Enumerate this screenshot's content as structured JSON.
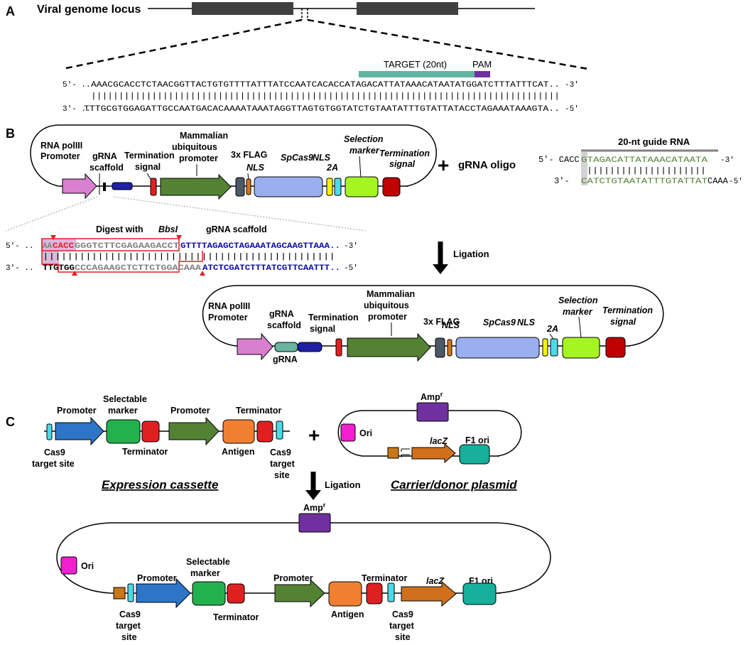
{
  "panels": {
    "a": "A",
    "b": "B",
    "c": "C"
  },
  "panel_a": {
    "title": "Viral genome locus",
    "target_label": "TARGET (20nt)",
    "pam_label": "PAM",
    "top_prefix": "5'- ..",
    "top_seq": "AAACGCACCTCTAACGGTTACTGTGTTTTATTTATCCAATCACACCATAGACATTATAAACATAATATGGATCTTTATTTCAT..",
    "top_suffix": "-3'",
    "pairs": "|||||||||||||||||||||||||||||||||||||||||||||||||||||||||||||||||||||||||||||||||||||",
    "bottom_prefix": "3'- ..",
    "bottom_seq": "TTTGCGTGGAGATTGCCAATGACACAAAATAAATAGGTTAGTGTGGTATCTGTAATATTTGTATTATACCTAGAAATAAAGTA..",
    "bottom_suffix": "-5'"
  },
  "panel_b": {
    "rna_promoter": [
      "RNA polIII",
      "Promoter"
    ],
    "grna_scaffold": [
      "gRNA",
      "scaffold"
    ],
    "termination": [
      "Termination",
      "signal"
    ],
    "mammalian": [
      "Mammalian",
      "ubiquitous",
      "promoter"
    ],
    "flag": "3x FLAG",
    "nls": "NLS",
    "cas9": "SpCas9",
    "two_a": "2A",
    "selection": [
      "Selection",
      "marker"
    ],
    "termination_italic": [
      "Termination",
      "signal"
    ],
    "plus": "+",
    "oligo_label": "gRNA oligo",
    "guide_title": "20-nt guide RNA",
    "oligo_top_prefix": "5'- CACC",
    "oligo_top_seq": "GTAGACATTATAAACATAATA",
    "oligo_top_suffix": "-3'",
    "oligo_pairs": "|||||||||||||||||||||",
    "oligo_bottom_prefix": "3'-",
    "oligo_bottom_seq": "CATCTGTAATATTTGTATTAT",
    "oligo_bottom_tail": "CAAA",
    "oligo_bottom_suffix": "-5'",
    "digest_prefix": "Digest with ",
    "digest_enzyme": "BbsI",
    "scaffold_label": "gRNA scaffold",
    "zoom_top_prefix": "5'- ..",
    "zoom_top_aa": "AA",
    "zoom_top_cacc": "CACC",
    "zoom_top_gray": "GGGTCTTCGAGAAGACCT",
    "zoom_top_blue": "GTTTTAGAGCTAGAAATAGCAAGTTAAA..",
    "zoom_top_suffix": "-3'",
    "zoom_pairs": "||||||||||||||||||||||||||||||||||||||||||||||||",
    "zoom_bottom_prefix": "3'- ..",
    "zoom_bottom_black": "TTGTGG",
    "zoom_bottom_gray": "CCCAGAAGCTCTTCTGGACAAA",
    "zoom_bottom_blue": "ATCTCGATCTTTATCGTTCAATTT..",
    "zoom_bottom_suffix": "-5'",
    "ligation": "Ligation",
    "grna": "gRNA"
  },
  "panel_c": {
    "promoter": "Promoter",
    "selectable": [
      "Selectable",
      "marker"
    ],
    "terminator": "Terminator",
    "antigen": "Antigen",
    "cas9_site": [
      "Cas9",
      "target site"
    ],
    "cas9_site3": [
      "Cas9",
      "target",
      "site"
    ],
    "plus": "+",
    "amp": "Amp",
    "amp_sup": "r",
    "ori": "Ori",
    "lacz": "lacZ",
    "f1": "F1 ori",
    "cassette": "Expression cassette",
    "carrier": "Carrier/donor plasmid",
    "ligation": "Ligation"
  },
  "colors": {
    "genome_box": "#404040",
    "target_bar": "#5fb3a1",
    "pam_bar": "#7030a0",
    "pink": "#d97fcf",
    "navy": "#1f1fa8",
    "red": "#e02020",
    "green_arrow": "#548235",
    "slate": "#4d5966",
    "orange_small": "#d0781c",
    "cas9": "#9aaef0",
    "yellow": "#f5f500",
    "cyan": "#4dd9e6",
    "lime": "#a5f522",
    "darkred": "#c00000",
    "teal_scaffold": "#69b3a2",
    "guide_green": "#548235",
    "blue_seq": "#0a0aa0",
    "gray_seq": "#808080",
    "pink_hl": "#dcb8dc",
    "blue_arrow": "#2e75c8",
    "green_box": "#23b14d",
    "orange_box": "#f08030",
    "purple_box": "#7030a0",
    "magenta": "#f020d0",
    "brown": "#d0701c",
    "f1_teal": "#17b09c",
    "small_brown": "#c87818"
  }
}
